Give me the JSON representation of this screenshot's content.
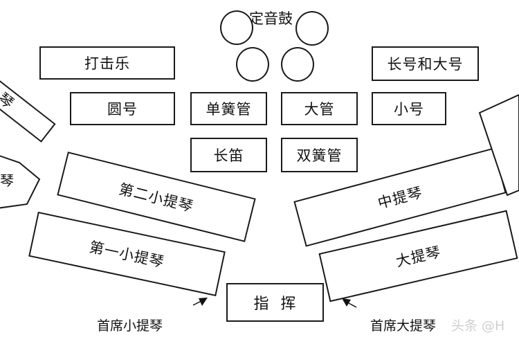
{
  "diagram": {
    "timpani_label": "定音鼓",
    "percussion": "打击乐",
    "horn": "圆号",
    "trombone_tuba": "长号和大号",
    "clarinet": "单簧管",
    "flute": "长笛",
    "bassoon": "双簧管",
    "oboe": "大管",
    "trumpet": "小号",
    "second_violin": "第二小提琴",
    "first_violin": "第一小提琴",
    "viola": "中提琴",
    "cello": "大提琴",
    "conductor": "指  挥",
    "concertmaster": "首席小提琴",
    "principal_cello": "首席大提琴",
    "left_partial_1": "琴",
    "left_partial_2": "琴",
    "watermark": "头条 @H"
  }
}
